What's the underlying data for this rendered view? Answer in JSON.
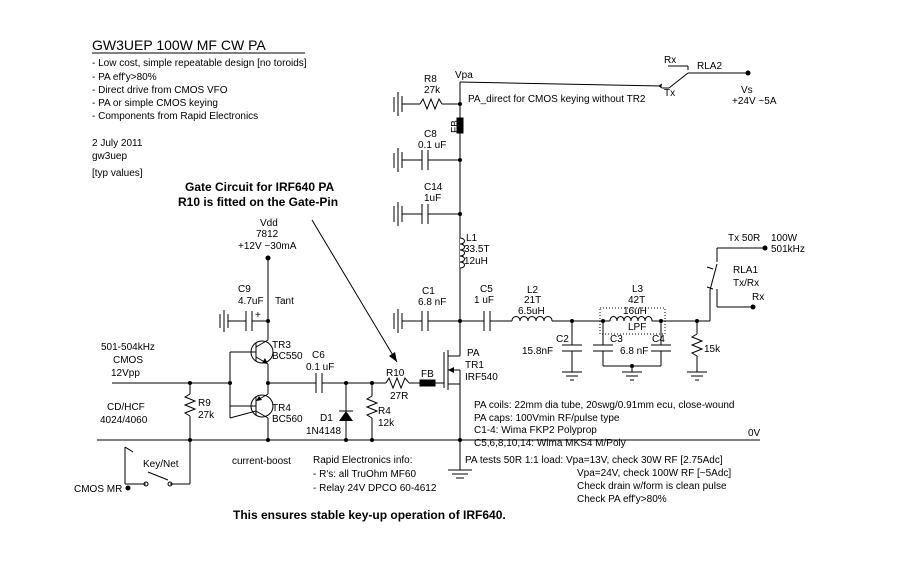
{
  "title": "GW3UEP 100W MF CW PA",
  "notes": [
    "- Low cost, simple repeatable design [no toroids]",
    "- PA eff'y>80%",
    "- Direct drive from CMOS VFO",
    "- PA or simple CMOS keying",
    "- Components from Rapid Electronics"
  ],
  "date": "2 July 2011",
  "callsign": "gw3uep",
  "typ_values": "[typ values]",
  "gate_heading": [
    "Gate Circuit for IRF640 PA",
    "R10 is fitted on the Gate-Pin"
  ],
  "vdd": [
    "Vdd",
    "7812",
    "+12V ~30mA"
  ],
  "input": [
    "501-504kHz",
    "CMOS",
    "12Vpp"
  ],
  "cdhcf": [
    "CD/HCF",
    "4024/4060"
  ],
  "keynet": "Key/Net",
  "cmos_mr": "CMOS MR",
  "current_boost": "current-boost",
  "rx_label": "Rx",
  "tx_label": "Tx",
  "rla2": "RLA2",
  "vs": [
    "Vs",
    "+24V ~5A"
  ],
  "vpa": "Vpa",
  "pa_direct": "PA_direct for CMOS keying without TR2",
  "fb": "FB",
  "tx50r": "Tx 50R",
  "output": [
    "100W",
    "501kHz"
  ],
  "rla1": [
    "RLA1",
    "Tx/Rx"
  ],
  "rx_out": "Rx",
  "zero_v": "0V",
  "pa_label": [
    "PA",
    "TR1",
    "IRF540"
  ],
  "components": {
    "r8": [
      "R8",
      "27k"
    ],
    "c8": [
      "C8",
      "0.1 uF"
    ],
    "c14": [
      "C14",
      "1uF"
    ],
    "l1": [
      "L1",
      "33.5T",
      "12uH"
    ],
    "c1": [
      "C1",
      "6.8 nF"
    ],
    "c5": [
      "C5",
      "1 uF"
    ],
    "l2": [
      "L2",
      "21T",
      "6.5uH"
    ],
    "l3": [
      "L3",
      "42T",
      "16uH",
      "LPF"
    ],
    "c2": [
      "C2",
      "15.8nF"
    ],
    "c3": [
      "C3",
      "6.8 nF"
    ],
    "c4": "C4",
    "r15k": "15k",
    "c9": [
      "C9",
      "4.7uF",
      "Tant"
    ],
    "tr3": [
      "TR3",
      "BC550"
    ],
    "tr4": [
      "TR4",
      "BC560"
    ],
    "c6": [
      "C6",
      "0.1 uF"
    ],
    "r9": [
      "R9",
      "27k"
    ],
    "d1": [
      "D1",
      "1N4148"
    ],
    "r10": [
      "R10",
      "27R"
    ],
    "r4": [
      "R4",
      "12k"
    ],
    "plus": "+"
  },
  "pa_notes": [
    "PA coils: 22mm dia tube, 20swg/0.91mm ecu, close-wound",
    "PA caps: 100Vmin RF/pulse type",
    "C1-4: Wima FKP2 Polyprop",
    "C5,6,8,10,14: Wima MKS4 M/Poly"
  ],
  "rapid_info": [
    "Rapid Electronics info:",
    "- R's: all TruOhm MF60",
    "- Relay 24V DPCO 60-4612"
  ],
  "pa_tests": [
    "PA tests 50R 1:1 load:  Vpa=13V, check 30W RF [2.75Adc]",
    "Vpa=24V, check 100W RF [~5Adc]",
    "Check drain w/form is clean pulse",
    "Check PA eff'y>80%"
  ],
  "footer": "This ensures stable key-up operation of IRF640."
}
